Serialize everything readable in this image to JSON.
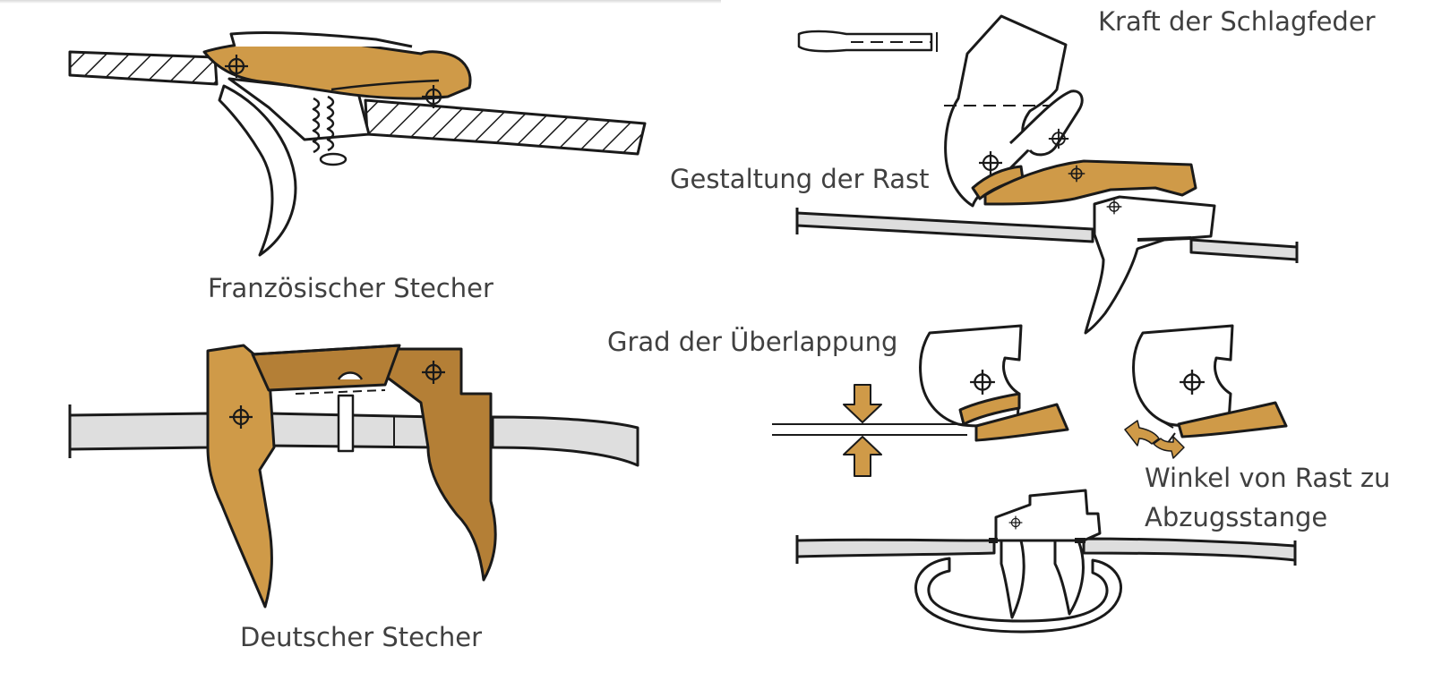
{
  "labels": {
    "french_trigger": "Französischer Stecher",
    "german_trigger": "Deutscher Stecher",
    "mainspring_force": "Kraft der Schlagfeder",
    "notch_design": "Gestaltung der Rast",
    "overlap_degree": "Grad der Überlappung",
    "angle_line1": "Winkel von Rast zu",
    "angle_line2": "Abzugsstange"
  },
  "colors": {
    "accent": "#cf9a48",
    "accent_dark": "#b47f36",
    "outline": "#1a1a1a",
    "stock_gray": "#dedede",
    "text": "#404040"
  }
}
